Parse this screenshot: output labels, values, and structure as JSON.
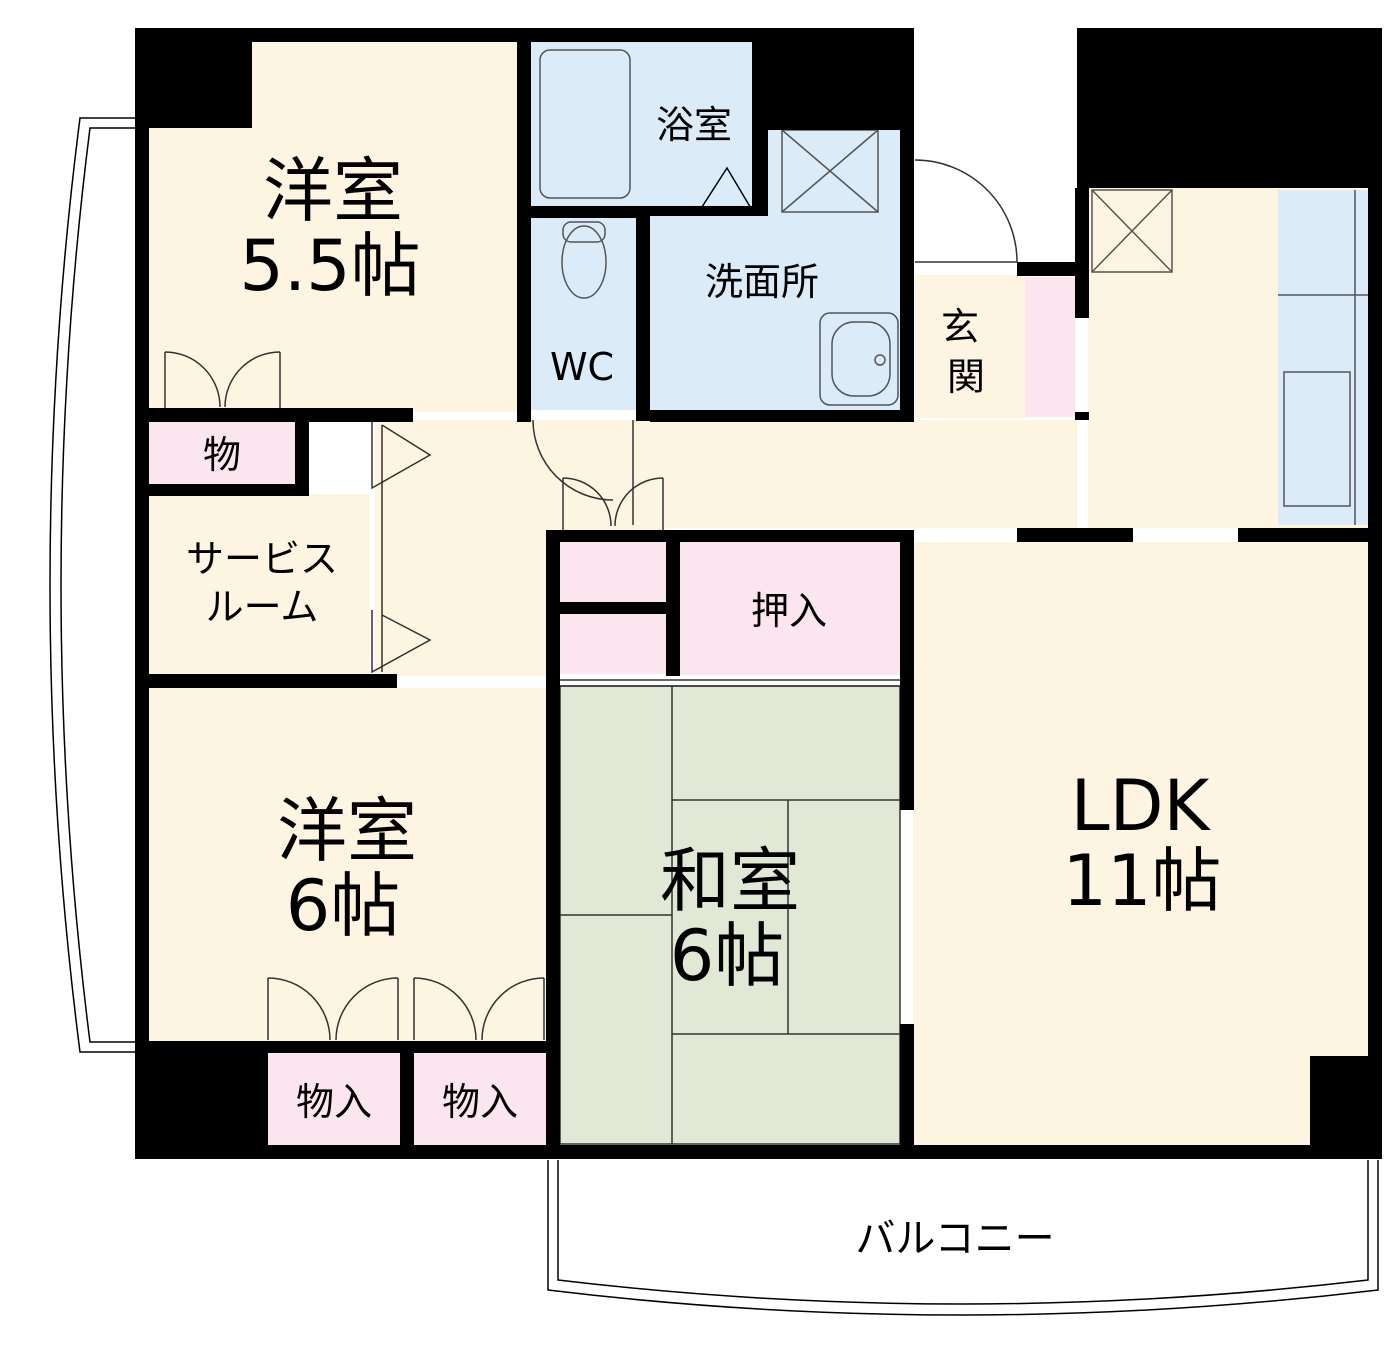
{
  "rooms": {
    "western_room_1": {
      "name": "洋室",
      "size": "5.5帖"
    },
    "western_room_2": {
      "name": "洋室",
      "size": "6帖"
    },
    "japanese_room": {
      "name": "和室",
      "size": "6帖"
    },
    "ldk": {
      "name": "LDK",
      "size": "11帖"
    },
    "bathroom": {
      "name": "浴室"
    },
    "washroom": {
      "name": "洗面所"
    },
    "toilet": {
      "name": "WC"
    },
    "entrance": {
      "name": "玄関"
    },
    "storage_small": {
      "name": "物"
    },
    "service_room": {
      "line1": "サービス",
      "line2": "ルーム"
    },
    "closet_oshiire": {
      "name": "押入"
    },
    "closet_left": {
      "name": "物入"
    },
    "closet_right": {
      "name": "物入"
    },
    "balcony": {
      "name": "バルコニー"
    }
  },
  "colors": {
    "wall": "#000000",
    "floor_cream": "#fdf5e2",
    "floor_blue": "#dcebf8",
    "floor_pink": "#fbe5ef",
    "floor_tatami": "#e1e8d6",
    "background": "#ffffff"
  }
}
